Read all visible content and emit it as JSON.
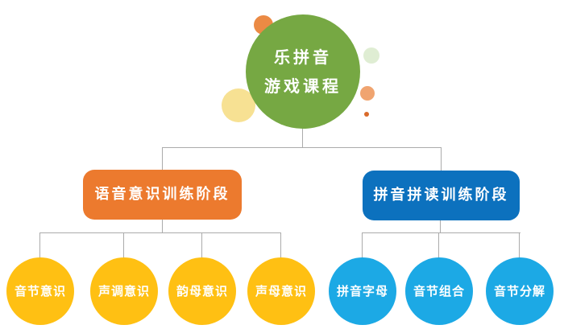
{
  "root": {
    "line1": "乐拼音",
    "line2": "游戏课程"
  },
  "branches": [
    {
      "label": "语音意识训练阶段",
      "color": "#EC7A2E",
      "children": [
        {
          "label": "音节意识",
          "color": "#FFC013"
        },
        {
          "label": "声调意识",
          "color": "#FFC013"
        },
        {
          "label": "韵母意识",
          "color": "#FFC013"
        },
        {
          "label": "声母意识",
          "color": "#FFC013"
        }
      ]
    },
    {
      "label": "拼音拼读训练阶段",
      "color": "#0C71BE",
      "children": [
        {
          "label": "拼音字母",
          "color": "#1CA9E5"
        },
        {
          "label": "音节组合",
          "color": "#1CA9E5"
        },
        {
          "label": "音节分解",
          "color": "#1CA9E5"
        }
      ]
    }
  ],
  "colors": {
    "root_circle": "#76A843",
    "connector_line": "#ABABAB",
    "background": "#FFFFFF",
    "decor_orange_large": "#EB8A44",
    "decor_green_light": "#DFEDD3",
    "decor_yellow_pale": "#F7E193",
    "decor_orange_light": "#F0A470",
    "decor_orange_tiny": "#D96A2B"
  }
}
